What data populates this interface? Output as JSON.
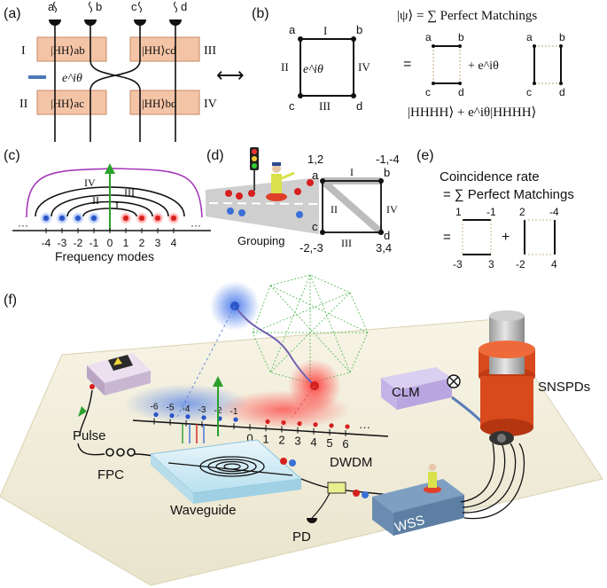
{
  "panels": {
    "a": {
      "tag": "(a)",
      "roman": [
        "I",
        "II",
        "III",
        "IV"
      ],
      "detectors": [
        "a",
        "b",
        "c",
        "d"
      ],
      "boxes": [
        "|HH⟩ab",
        "|HH⟩cd",
        "|HH⟩ac",
        "|HH⟩bd"
      ],
      "phase": "e^iθ",
      "arrow": "⟷"
    },
    "b": {
      "tag": "(b)",
      "vertices": [
        "a",
        "b",
        "c",
        "d"
      ],
      "roman": [
        "I",
        "II",
        "III",
        "IV"
      ],
      "phase": "e^iθ",
      "equation_title": "|ψ⟩ = ∑ Perfect Matchings",
      "eq_sign": "=",
      "plus": "+ e^iθ",
      "states": "|HHHH⟩  + e^iθ|HHHH⟩"
    },
    "c": {
      "tag": "(c)",
      "axis_labels": [
        "-4",
        "-3",
        "-2",
        "-1",
        "0",
        "1",
        "2",
        "3",
        "4"
      ],
      "arcs": [
        "IV",
        "III",
        "II",
        "I"
      ],
      "dots": "···",
      "xlabel": "Frequency modes"
    },
    "d": {
      "tag": "(d)",
      "corner_labels": [
        "1,2",
        "-1,-4",
        "-2,-3",
        "3,4"
      ],
      "vertices": [
        "a",
        "b",
        "c",
        "d"
      ],
      "roman": [
        "I",
        "II",
        "III",
        "IV"
      ],
      "caption": "Grouping"
    },
    "e": {
      "tag": "(e)",
      "title_line1": "Coincidence rate",
      "title_line2": "= ∑ Perfect Matchings",
      "labels_left": [
        "1",
        "-1",
        "-3",
        "3"
      ],
      "labels_right": [
        "2",
        "-4",
        "-2",
        "4"
      ],
      "eq_sign": "=",
      "plus": "+"
    },
    "f": {
      "tag": "(f)",
      "components": {
        "pulse": "Pulse",
        "fpc": "FPC",
        "waveguide": "Waveguide",
        "dwdm": "DWDM",
        "pd": "PD",
        "wss": "WSS",
        "clm": "CLM",
        "snspds": "SNSPDs"
      },
      "axis_labels": [
        "-6",
        "-5",
        "-4",
        "-3",
        "-2",
        "-1",
        "0",
        "1",
        "2",
        "3",
        "4",
        "5",
        "6"
      ],
      "dots": "···",
      "colors": {
        "signal": "#d62020",
        "idler": "#3a6fd6",
        "accent": "#e84a1a"
      }
    }
  }
}
